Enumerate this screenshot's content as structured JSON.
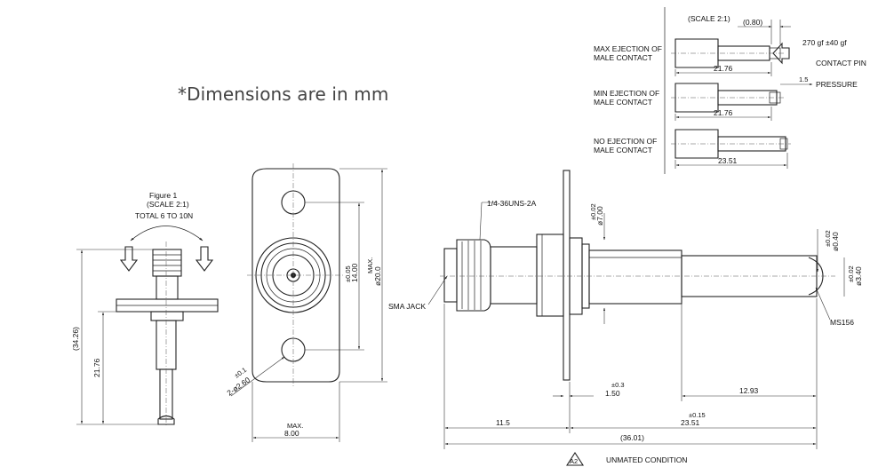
{
  "note": "*Dimensions are in mm",
  "figure1": {
    "title": "Figure 1",
    "scale": "(SCALE 2:1)",
    "torque": "TOTAL 6 TO 10N",
    "dim_overall": "(34.26)",
    "dim_length": "21.76"
  },
  "front_view": {
    "hole_dia_tol": "±0.1",
    "hole_dia": "2-ø2.60",
    "height_tol": "±0.05",
    "height": "14.00",
    "height_max_label": "MAX.",
    "height_max": "ø20.0",
    "width_label": "MAX.",
    "width": "8.00"
  },
  "side_view": {
    "thread": "1/4-36UNS-2A",
    "sma_jack": "SMA JACK",
    "flange_dia_tol": "±0.02",
    "flange_dia": "ø7.00",
    "pin_dia_tol": "±0.02",
    "pin_dia": "ø0.40",
    "body_dia_tol": "±0.02",
    "body_dia": "ø3.40",
    "ms_label": "MS156",
    "flange_thk_tol": "±0.3",
    "flange_thk": "1.50",
    "tail_len": "12.93",
    "front_len": "11.5",
    "rear_len_tol": "±0.15",
    "rear_len": "23.51",
    "total_len": "(36.01)",
    "condition_marker": "A2",
    "condition": "UNMATED CONDITION"
  },
  "ejection_detail": {
    "scale": "(SCALE 2:1)",
    "gap": "(0.80)",
    "force": "270 gf ±40 gf",
    "contact_pin": "CONTACT PIN",
    "pressure": "PRESSURE",
    "pressure_val": "1.5",
    "rows": [
      {
        "label1": "MAX EJECTION OF",
        "label2": "MALE CONTACT",
        "dim": "21.76"
      },
      {
        "label1": "MIN EJECTION OF",
        "label2": "MALE CONTACT",
        "dim": "21.76"
      },
      {
        "label1": "NO EJECTION OF",
        "label2": "MALE CONTACT",
        "dim": "23.51"
      }
    ]
  }
}
